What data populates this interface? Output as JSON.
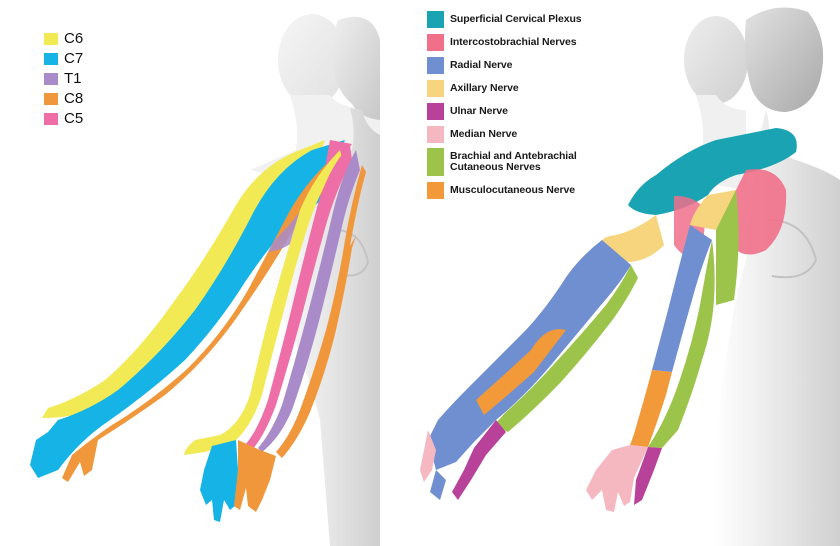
{
  "left_panel": {
    "legend": [
      {
        "label": "C6",
        "color": "#f2ea55"
      },
      {
        "label": "C7",
        "color": "#16b3e6"
      },
      {
        "label": "T1",
        "color": "#a88bc8"
      },
      {
        "label": "C8",
        "color": "#f0973c"
      },
      {
        "label": "C5",
        "color": "#ee6fa7"
      }
    ]
  },
  "right_panel": {
    "legend": [
      {
        "label": "Superficial Cervical Plexus",
        "color": "#1aa3b3"
      },
      {
        "label": "Intercostobrachial Nerves",
        "color": "#f0708a"
      },
      {
        "label": "Radial Nerve",
        "color": "#6f8fd0"
      },
      {
        "label": "Axillary Nerve",
        "color": "#f6d57e"
      },
      {
        "label": "Ulnar Nerve",
        "color": "#b8429a"
      },
      {
        "label": "Median Nerve",
        "color": "#f6b8c0"
      },
      {
        "label": "Brachial and Antebrachial Cutaneous Nerves",
        "color": "#9cc44a"
      },
      {
        "label": "Musculocutaneous Nerve",
        "color": "#f29a3a"
      }
    ]
  }
}
